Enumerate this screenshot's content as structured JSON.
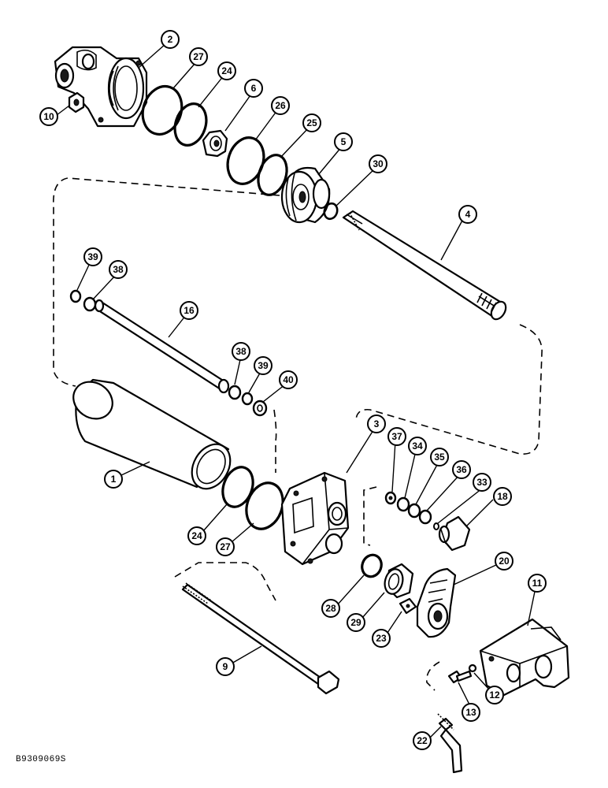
{
  "diagram": {
    "figure_code": "B9309069S",
    "callouts": [
      {
        "id": "c2",
        "label": "2"
      },
      {
        "id": "c27a",
        "label": "27"
      },
      {
        "id": "c24a",
        "label": "24"
      },
      {
        "id": "c6",
        "label": "6"
      },
      {
        "id": "c26",
        "label": "26"
      },
      {
        "id": "c25",
        "label": "25"
      },
      {
        "id": "c5",
        "label": "5"
      },
      {
        "id": "c30",
        "label": "30"
      },
      {
        "id": "c10",
        "label": "10"
      },
      {
        "id": "c4",
        "label": "4"
      },
      {
        "id": "c39a",
        "label": "39"
      },
      {
        "id": "c38a",
        "label": "38"
      },
      {
        "id": "c16",
        "label": "16"
      },
      {
        "id": "c38b",
        "label": "38"
      },
      {
        "id": "c39b",
        "label": "39"
      },
      {
        "id": "c40",
        "label": "40"
      },
      {
        "id": "c3",
        "label": "3"
      },
      {
        "id": "c37",
        "label": "37"
      },
      {
        "id": "c34",
        "label": "34"
      },
      {
        "id": "c35",
        "label": "35"
      },
      {
        "id": "c36",
        "label": "36"
      },
      {
        "id": "c33",
        "label": "33"
      },
      {
        "id": "c18",
        "label": "18"
      },
      {
        "id": "c1",
        "label": "1"
      },
      {
        "id": "c24b",
        "label": "24"
      },
      {
        "id": "c27b",
        "label": "27"
      },
      {
        "id": "c20",
        "label": "20"
      },
      {
        "id": "c11",
        "label": "11"
      },
      {
        "id": "c28",
        "label": "28"
      },
      {
        "id": "c29",
        "label": "29"
      },
      {
        "id": "c23",
        "label": "23"
      },
      {
        "id": "c9",
        "label": "9"
      },
      {
        "id": "c12",
        "label": "12"
      },
      {
        "id": "c13",
        "label": "13"
      },
      {
        "id": "c22",
        "label": "22"
      }
    ]
  }
}
